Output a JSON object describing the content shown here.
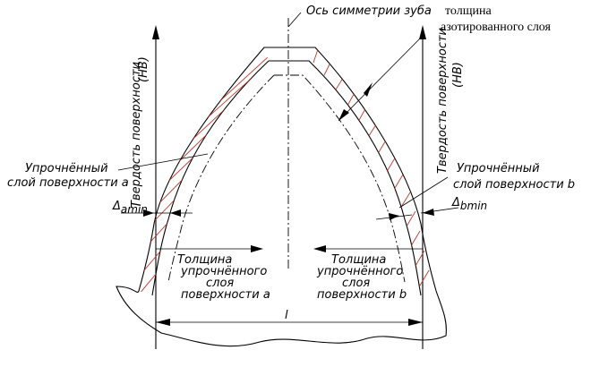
{
  "labels": {
    "symmetry_axis": "Ось симметрии зуба",
    "nitrided_line1": "толщина",
    "nitrided_line2": "азотированного слоя",
    "hardness_left": "Твердость поверхности",
    "hardness_left_unit": "(HB)",
    "hardness_right": "Твердость поверхности",
    "hardness_right_unit": "(HB)",
    "layer_a_line1": "Упрочнённый",
    "layer_a_line2": "слой поверхности а",
    "layer_b_line1": "Упрочнённый",
    "layer_b_line2": "слой поверхности b",
    "delta_a": "Δ",
    "delta_a_sub": "amin",
    "delta_b": "Δ",
    "delta_b_sub": "bmin",
    "thickness_a_line1": "Толщина",
    "thickness_a_line2": "упрочнённого",
    "thickness_a_line3": "слоя",
    "thickness_a_line4": "поверхности а",
    "thickness_b_line1": "Толщина",
    "thickness_b_line2": "упрочнённого",
    "thickness_b_line3": "слоя",
    "thickness_b_line4": "поверхности b",
    "width_l": "l"
  },
  "colors": {
    "hatch": "#c0392b",
    "line": "#000000"
  }
}
